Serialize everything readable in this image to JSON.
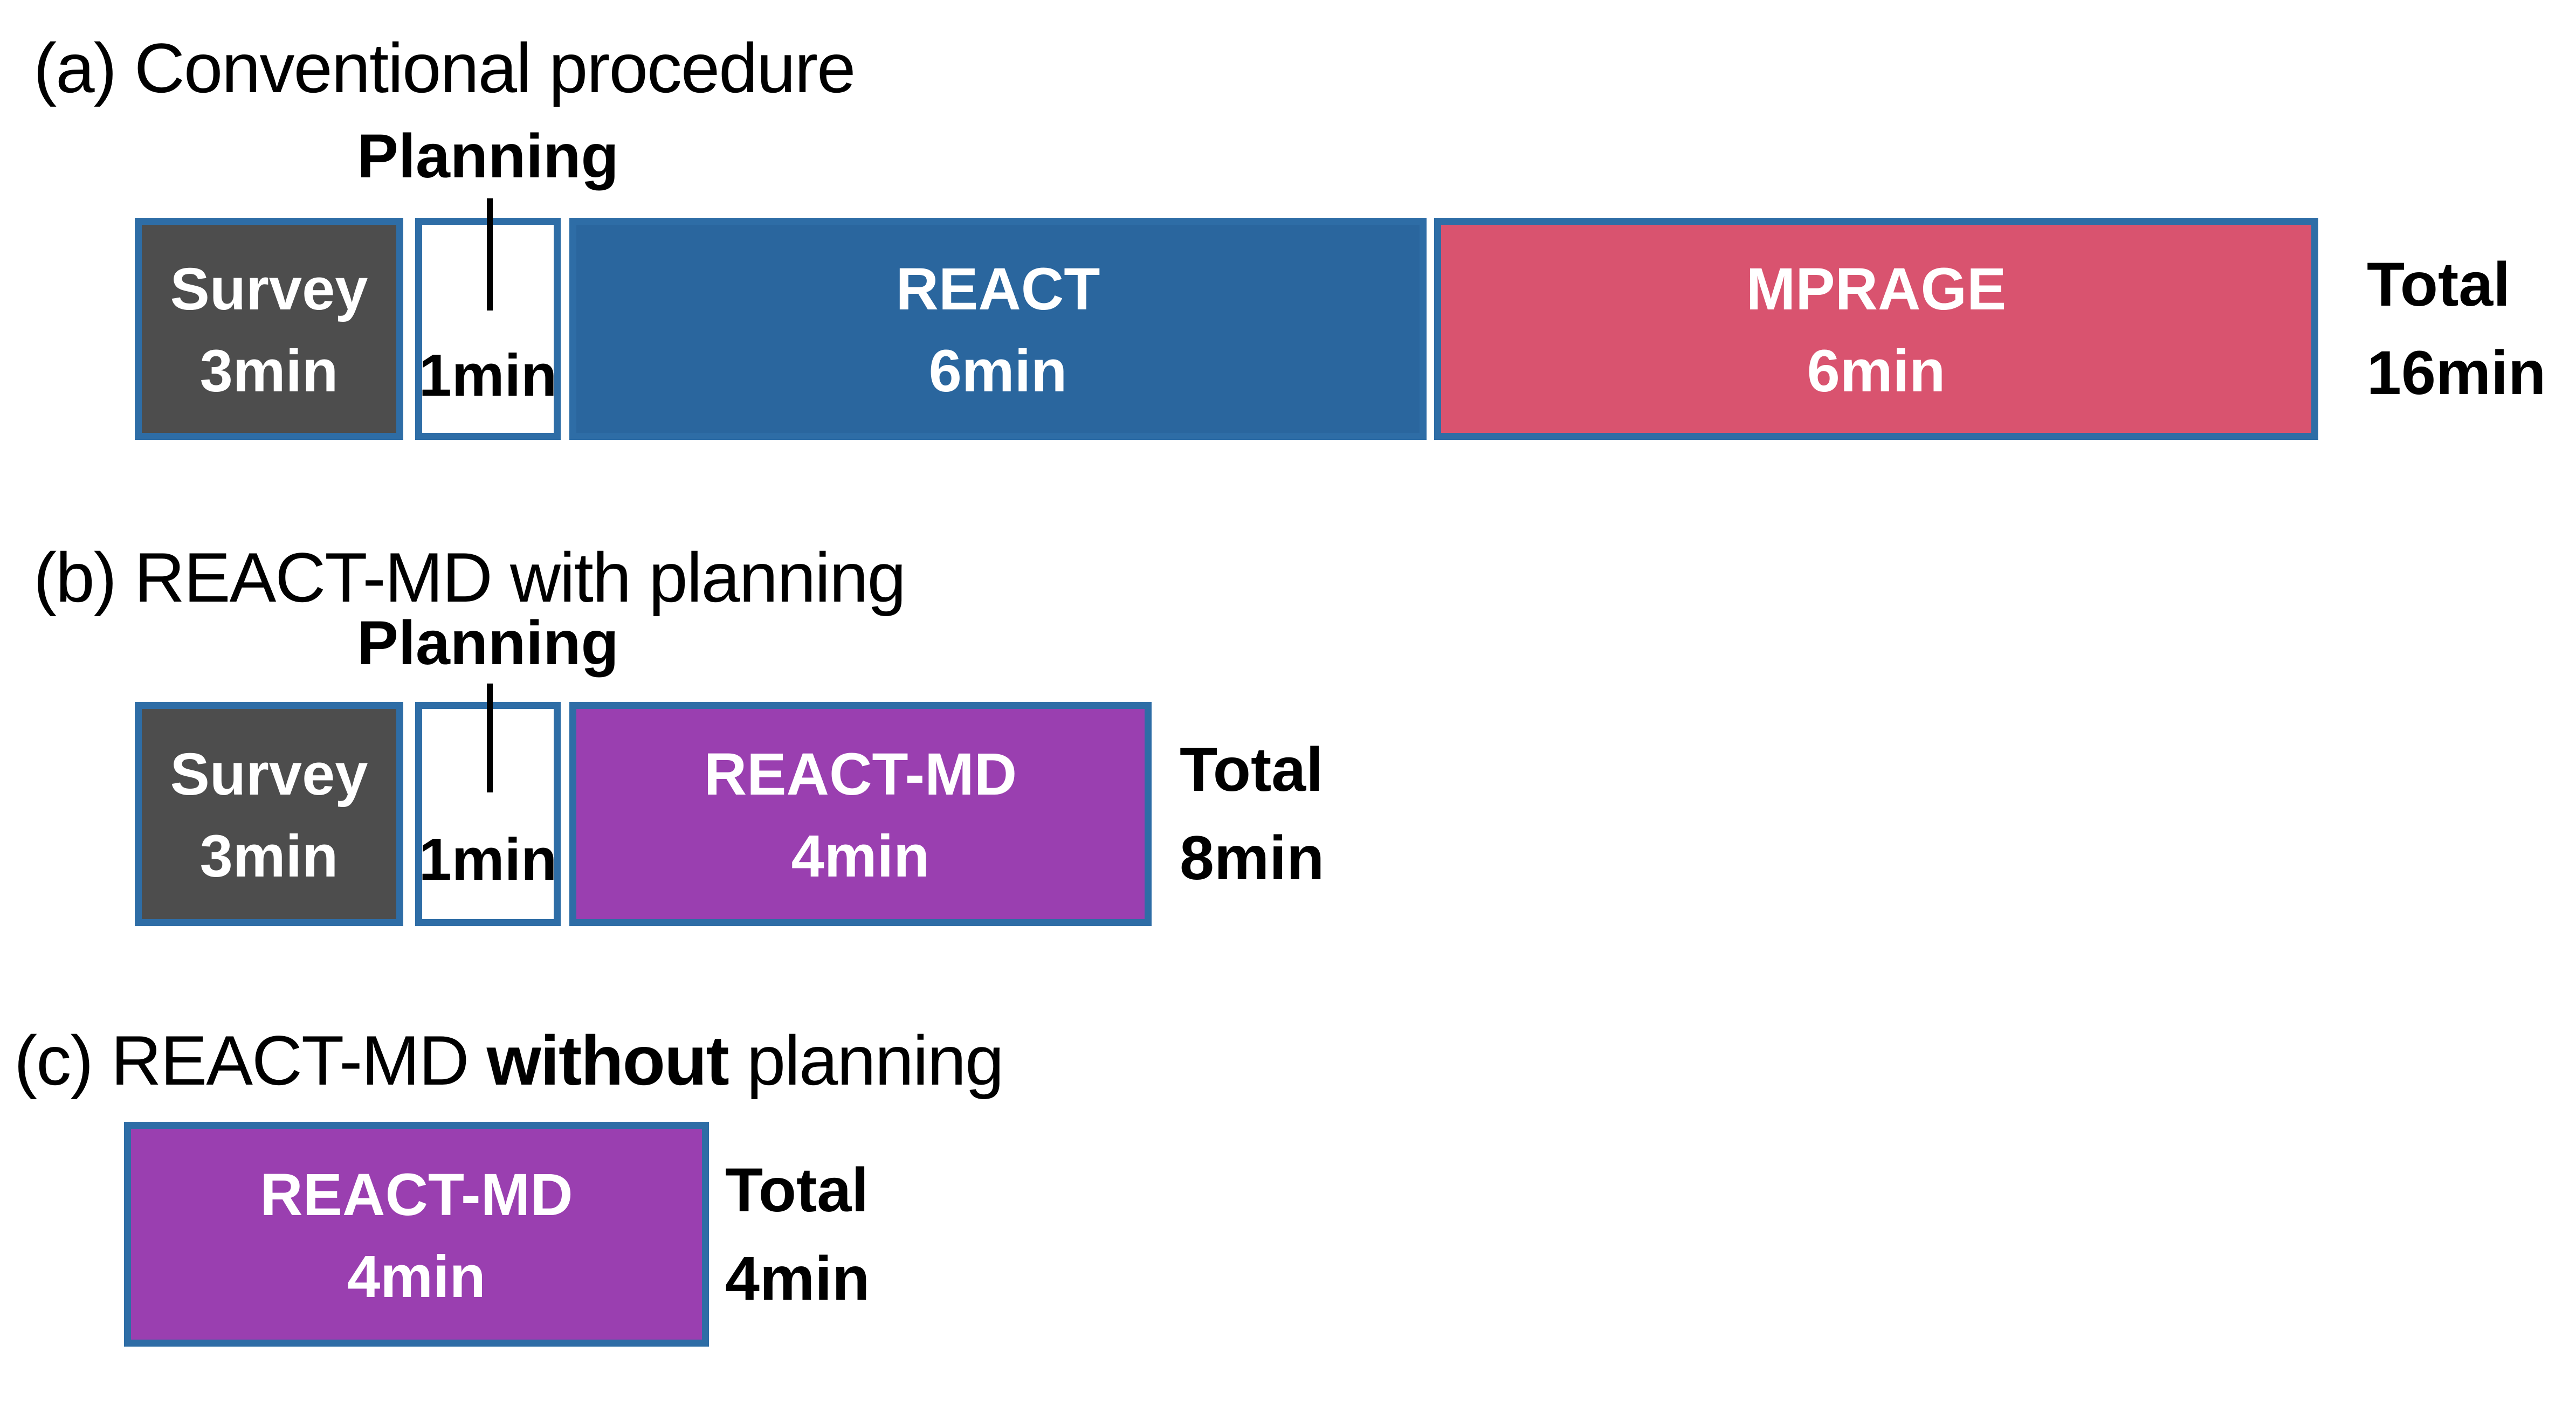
{
  "colors": {
    "border_blue": "#2E6DA6",
    "react_blue": "#2A669E",
    "survey_gray": "#4D4D4D",
    "mprage_pink": "#D9536F",
    "reactmd_purple": "#9A3FB0",
    "text_black": "#000000",
    "label_white": "#FFFFFF",
    "background": "#FFFFFF"
  },
  "section_a": {
    "title": "(a) Conventional procedure",
    "planning_label": "Planning",
    "boxes": {
      "survey": {
        "line1": "Survey",
        "line2": "3min"
      },
      "planning": {
        "label": "1min"
      },
      "react": {
        "line1": "REACT",
        "line2": "6min"
      },
      "mprage": {
        "line1": "MPRAGE",
        "line2": "6min"
      }
    },
    "total": {
      "line1": "Total",
      "line2": "16min"
    }
  },
  "section_b": {
    "title": "(b) REACT-MD with planning",
    "planning_label": "Planning",
    "boxes": {
      "survey": {
        "line1": "Survey",
        "line2": "3min"
      },
      "planning": {
        "label": "1min"
      },
      "react_md": {
        "line1": "REACT-MD",
        "line2": "4min"
      }
    },
    "total": {
      "line1": "Total",
      "line2": "8min"
    }
  },
  "section_c": {
    "title_prefix": "(c) REACT-MD ",
    "title_bold": "without",
    "title_suffix": " planning",
    "boxes": {
      "react_md": {
        "line1": "REACT-MD",
        "line2": "4min"
      }
    },
    "total": {
      "line1": "Total",
      "line2": "4min"
    }
  }
}
